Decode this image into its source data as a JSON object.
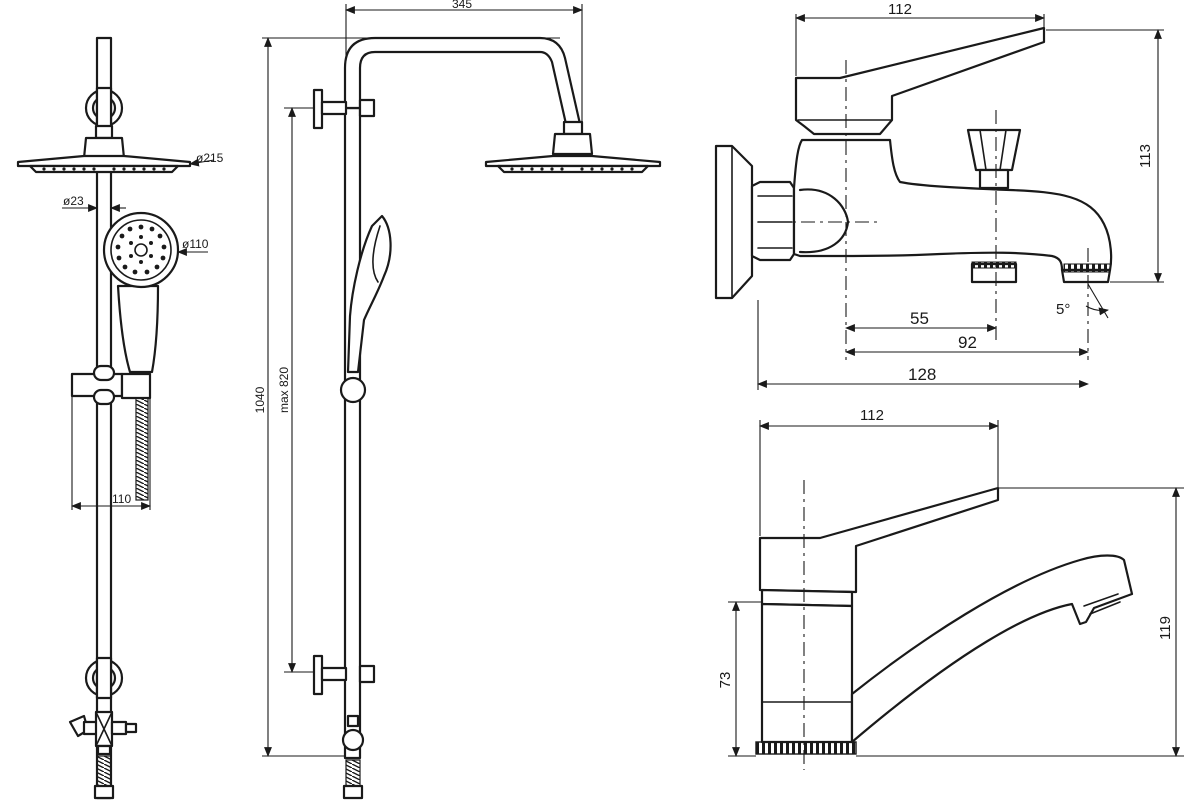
{
  "dimensions": {
    "shower_width": "345",
    "shower_height": "1040",
    "rail_max": "max 820",
    "head_diameter": "ø215",
    "rail_diameter": "ø23",
    "hand_diameter": "ø110",
    "holder_width": "110",
    "bath_lever": "112",
    "bath_height": "113",
    "bath_angle": "5°",
    "bath_d55": "55",
    "bath_d92": "92",
    "bath_d128": "128",
    "basin_lever": "112",
    "basin_height": "119",
    "basin_body": "73"
  }
}
